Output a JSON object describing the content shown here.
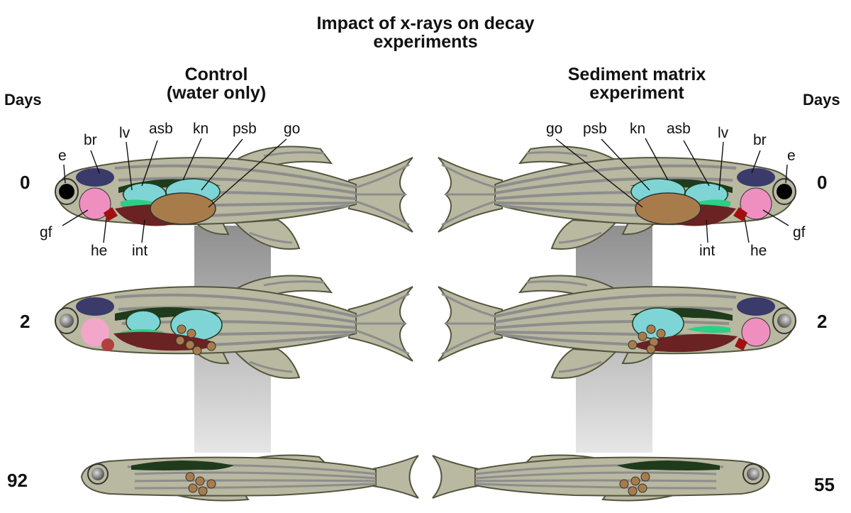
{
  "title_line1": "Impact of x-rays on decay",
  "title_line2": "experiments",
  "control": {
    "heading_line1": "Control",
    "heading_line2": "(water only)"
  },
  "sediment": {
    "heading_line1": "Sediment matrix",
    "heading_line2": "experiment"
  },
  "days_label": "Days",
  "left_days": [
    "0",
    "2",
    "92"
  ],
  "right_days": [
    "0",
    "2",
    "55"
  ],
  "organ_labels": {
    "e": "e",
    "br": "br",
    "lv": "lv",
    "asb": "asb",
    "kn": "kn",
    "psb": "psb",
    "go": "go",
    "gf": "gf",
    "he": "he",
    "int": "int"
  },
  "colors": {
    "body": "#b9b8a0",
    "stripe": "#8d8d8d",
    "brain": "#3a3a6b",
    "gill": "#ef8fbf",
    "heart": "#a01010",
    "liver": "#2ccf87",
    "swimbladder": "#7fd5d5",
    "kidney": "#1f3b1c",
    "gonad": "#a87c4a",
    "intestine": "#6a2222",
    "beam": "#9a9a9a"
  }
}
